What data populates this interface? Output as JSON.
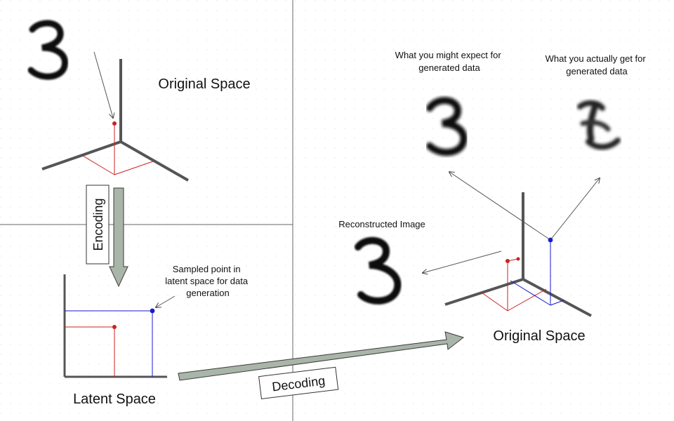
{
  "diagram": {
    "top_left": {
      "title": "Original Space"
    },
    "encoding": {
      "label": "Encoding"
    },
    "latent": {
      "title": "Latent Space",
      "sampled_note": [
        "Sampled point in",
        "latent space for data",
        "generation"
      ]
    },
    "decoding": {
      "label": "Decoding"
    },
    "right": {
      "title": "Original Space",
      "expect_note": [
        "What you might expect for",
        "generated data"
      ],
      "actual_note": [
        "What you actually get for",
        "generated data"
      ],
      "reconstructed_label": "Reconstructed Image"
    },
    "colors": {
      "axis": "#555555",
      "red": "#cc2222",
      "blue": "#1a1acc",
      "arrow_fill": "#a9b5a9",
      "arrow_stroke": "#3a3a3a",
      "grid_dots": "#d0d0d0",
      "divider": "#555555"
    }
  }
}
